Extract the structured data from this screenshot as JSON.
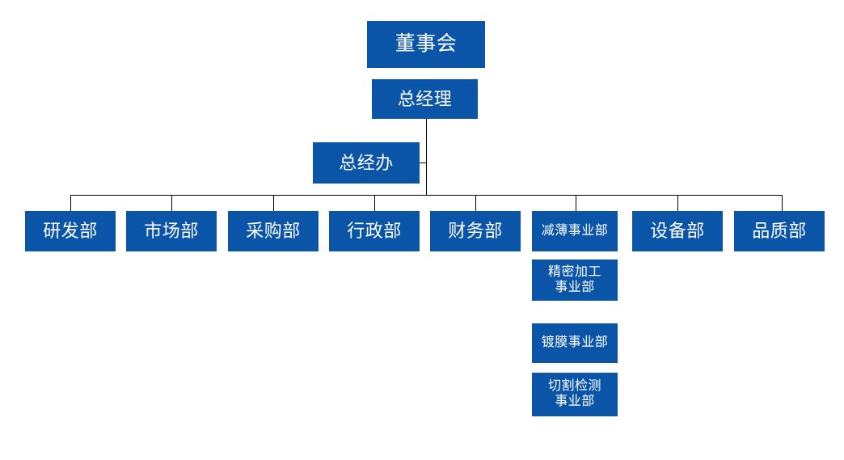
{
  "diagram": {
    "type": "org-chart",
    "title": "",
    "background_color": "#FFFFFF",
    "node_color": "#0A55A8",
    "node_text_color": "#FFFFFF",
    "connector_color": "#000000",
    "levels": [
      {
        "level": 1,
        "nodes": [
          {
            "id": "board",
            "label": "董事会"
          }
        ]
      },
      {
        "level": 2,
        "nodes": [
          {
            "id": "gm",
            "label": "总经理"
          }
        ]
      },
      {
        "level": 3,
        "nodes": [
          {
            "id": "gm-office",
            "label": "总经办"
          }
        ]
      },
      {
        "level": 4,
        "nodes": [
          {
            "id": "dept-rd",
            "label": "研发部"
          },
          {
            "id": "dept-marketing",
            "label": "市场部"
          },
          {
            "id": "dept-purchasing",
            "label": "采购部"
          },
          {
            "id": "dept-admin",
            "label": "行政部"
          },
          {
            "id": "dept-finance",
            "label": "财务部"
          },
          {
            "id": "dept-thinning",
            "label": "减薄事业部"
          },
          {
            "id": "dept-equipment",
            "label": "设备部"
          },
          {
            "id": "dept-quality",
            "label": "品质部"
          }
        ]
      },
      {
        "level": 5,
        "nodes": [
          {
            "id": "div-precision",
            "label": "精密加工\n事业部"
          },
          {
            "id": "div-coating",
            "label": "镀膜事业部"
          },
          {
            "id": "div-cutting",
            "label": "切割检测\n事业部"
          }
        ]
      }
    ],
    "nodes_flat": {
      "board": "董事会",
      "gm": "总经理",
      "gm_office": "总经办",
      "dept_rd": "研发部",
      "dept_marketing": "市场部",
      "dept_purchasing": "采购部",
      "dept_admin": "行政部",
      "dept_finance": "财务部",
      "dept_thinning": "减薄事业部",
      "dept_equipment": "设备部",
      "dept_quality": "品质部",
      "div_precision": "精密加工\n事业部",
      "div_coating": "镀膜事业部",
      "div_cutting": "切割检测\n事业部"
    }
  }
}
